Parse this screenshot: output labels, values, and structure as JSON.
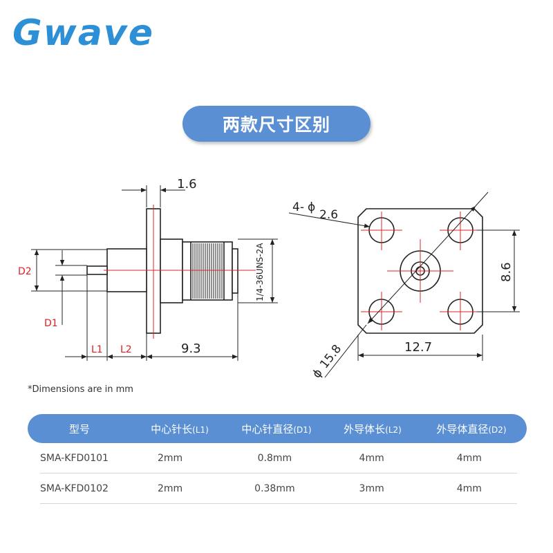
{
  "brand": {
    "logo_text": "Gwave",
    "color": "#2d8fd6"
  },
  "title": "两款尺寸区别",
  "accent": "#5b8fd4",
  "drawing": {
    "side_view": {
      "dim_flange": "1.6",
      "dim_length": "9.3",
      "thread": "1/4-36UNS-2A",
      "label_d1": "D1",
      "label_d2": "D2",
      "label_l1": "L1",
      "label_l2": "L2"
    },
    "front_view": {
      "holes": "4-",
      "hole_dia": "2.6",
      "dim_height": "8.6",
      "dim_width": "12.7",
      "diagonal": "15.8",
      "dia_symbol": "ϕ"
    }
  },
  "note": "*Dimensions are in mm",
  "table": {
    "headers": [
      {
        "main": "型号",
        "sub": ""
      },
      {
        "main": "中心针长",
        "sub": "(L1)"
      },
      {
        "main": "中心针直径",
        "sub": "(D1)"
      },
      {
        "main": "外导体长",
        "sub": "(L2)"
      },
      {
        "main": "外导体直径",
        "sub": "(D2)"
      }
    ],
    "rows": [
      [
        "SMA-KFD0101",
        "2mm",
        "0.8mm",
        "4mm",
        "4mm"
      ],
      [
        "SMA-KFD0102",
        "2mm",
        "0.38mm",
        "3mm",
        "4mm"
      ]
    ]
  }
}
